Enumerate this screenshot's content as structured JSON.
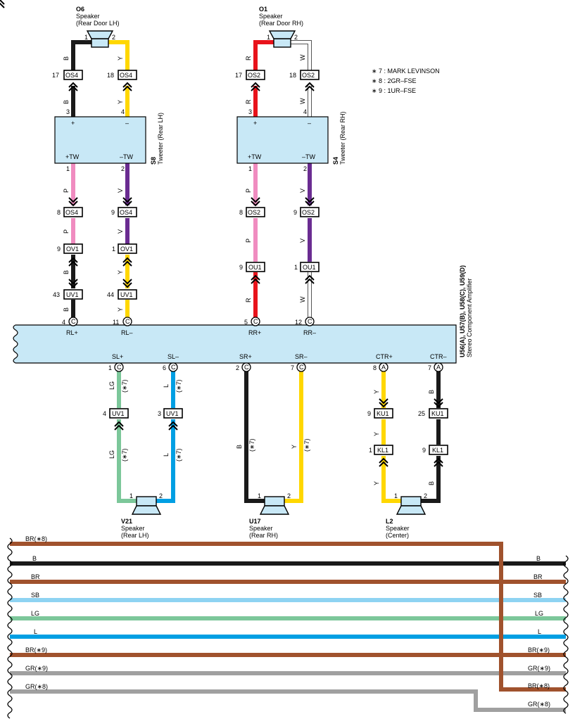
{
  "colors": {
    "B": "#1a1a1a",
    "Y": "#ffd700",
    "R": "#e8131b",
    "W": "#ffffff",
    "P": "#f08cc0",
    "V": "#6a2c91",
    "LG": "#7cc79a",
    "L": "#009fe3",
    "BR": "#a0522d",
    "SB": "#8ed3f2",
    "GR": "#a0a0a0",
    "box": "#c8e8f6"
  },
  "notes": [
    "∗ 7 : MARK LEVINSON",
    "∗ 8 : 2GR–FSE",
    "∗ 9 : 1UR–FSE"
  ],
  "speakers_top": [
    {
      "code": "O6",
      "name": "Speaker",
      "location": "(Rear Door LH)",
      "pin1": "1",
      "pin2": "2"
    },
    {
      "code": "O1",
      "name": "Speaker",
      "location": "(Rear Door RH)",
      "pin1": "1",
      "pin2": "2"
    }
  ],
  "tweeters": [
    {
      "code": "S8",
      "name": "Tweeter (Rear LH)",
      "plus": "+",
      "minus": "–",
      "tw_plus": "+TW",
      "tw_minus": "–TW"
    },
    {
      "code": "S4",
      "name": "Tweeter (Rear RH)",
      "plus": "+",
      "minus": "–",
      "tw_plus": "+TW",
      "tw_minus": "–TW"
    }
  ],
  "connectors": {
    "os4_17": {
      "label": "OS4",
      "pin": "17"
    },
    "os4_18": {
      "label": "OS4",
      "pin": "18"
    },
    "os2_17": {
      "label": "OS2",
      "pin": "17"
    },
    "os2_18": {
      "label": "OS2",
      "pin": "18"
    },
    "os4_8": {
      "label": "OS4",
      "pin": "8"
    },
    "os4_9": {
      "label": "OS4",
      "pin": "9"
    },
    "os2_8": {
      "label": "OS2",
      "pin": "8"
    },
    "os2_9": {
      "label": "OS2",
      "pin": "9"
    },
    "ov1_9": {
      "label": "OV1",
      "pin": "9"
    },
    "ov1_1": {
      "label": "OV1",
      "pin": "1"
    },
    "ou1_9": {
      "label": "OU1",
      "pin": "9"
    },
    "ou1_1": {
      "label": "OU1",
      "pin": "1"
    },
    "uv1_43": {
      "label": "UV1",
      "pin": "43"
    },
    "uv1_44": {
      "label": "UV1",
      "pin": "44"
    },
    "uv1_4": {
      "label": "UV1",
      "pin": "4"
    },
    "uv1_3": {
      "label": "UV1",
      "pin": "3"
    },
    "ku1_9": {
      "label": "KU1",
      "pin": "9"
    },
    "ku1_25": {
      "label": "KU1",
      "pin": "25"
    },
    "kl1_1": {
      "label": "KL1",
      "pin": "1"
    },
    "kl1_9": {
      "label": "KL1",
      "pin": "9"
    }
  },
  "pins": {
    "tw_l_3": "3",
    "tw_l_4": "4",
    "tw_l_1": "1",
    "tw_l_2": "2",
    "tw_r_3": "3",
    "tw_r_4": "4",
    "tw_r_1": "1",
    "tw_r_2": "2"
  },
  "amplifier": {
    "code": "U56(A), U57(B), U58(C), U59(D)",
    "name": "Stereo Component Amplifier",
    "terminals_top": [
      {
        "pin": "4",
        "conn": "C",
        "label": "RL+"
      },
      {
        "pin": "11",
        "conn": "C",
        "label": "RL–"
      },
      {
        "pin": "5",
        "conn": "C",
        "label": "RR+"
      },
      {
        "pin": "12",
        "conn": "C",
        "label": "RR–"
      }
    ],
    "terminals_bottom": [
      {
        "pin": "1",
        "conn": "C",
        "label": "SL+"
      },
      {
        "pin": "6",
        "conn": "C",
        "label": "SL–"
      },
      {
        "pin": "2",
        "conn": "C",
        "label": "SR+"
      },
      {
        "pin": "7",
        "conn": "C",
        "label": "SR–"
      },
      {
        "pin": "8",
        "conn": "A",
        "label": "CTR+"
      },
      {
        "pin": "7",
        "conn": "A",
        "label": "CTR–"
      }
    ]
  },
  "wire_labels": {
    "o6_1": "B",
    "o6_2": "Y",
    "o6_3": "B",
    "o6_4": "Y",
    "o1_1": "R",
    "o1_2": "W",
    "o1_3": "R",
    "o1_4": "W",
    "s8_p1": "P",
    "s8_v1": "V",
    "s8_p2": "P",
    "s8_v2": "V",
    "s4_p1": "P",
    "s4_v1": "V",
    "s4_p2": "P",
    "s4_v2": "V",
    "s8_b": "B",
    "s8_y": "Y",
    "s8_b2": "B",
    "s8_y2": "Y",
    "s4_r": "R",
    "s4_w": "W",
    "sl_lg1": "LG",
    "sl_l1": "L",
    "sl_lg2": "LG",
    "sl_l2": "L",
    "sr_b": "B",
    "sr_y": "Y",
    "ctr_y1": "Y",
    "ctr_y2": "Y",
    "ctr_b1": "B",
    "ctr_b2": "B",
    "star7": "(∗7)"
  },
  "speakers_bottom": [
    {
      "code": "V21",
      "name": "Speaker",
      "location": "(Rear LH)",
      "pin1": "1",
      "pin2": "2"
    },
    {
      "code": "U17",
      "name": "Speaker",
      "location": "(Rear RH)",
      "pin1": "1",
      "pin2": "2"
    },
    {
      "code": "L2",
      "name": "Speaker",
      "location": "(Center)",
      "pin1": "1",
      "pin2": "2"
    }
  ],
  "bus_wires": {
    "left": [
      "BR(∗8)",
      "B",
      "BR",
      "SB",
      "LG",
      "L",
      "BR(∗9)",
      "GR(∗9)",
      "GR(∗8)"
    ],
    "right": [
      "B",
      "BR",
      "SB",
      "LG",
      "L",
      "BR(∗9)",
      "GR(∗9)",
      "BR(∗8)",
      "GR(∗8)"
    ]
  }
}
